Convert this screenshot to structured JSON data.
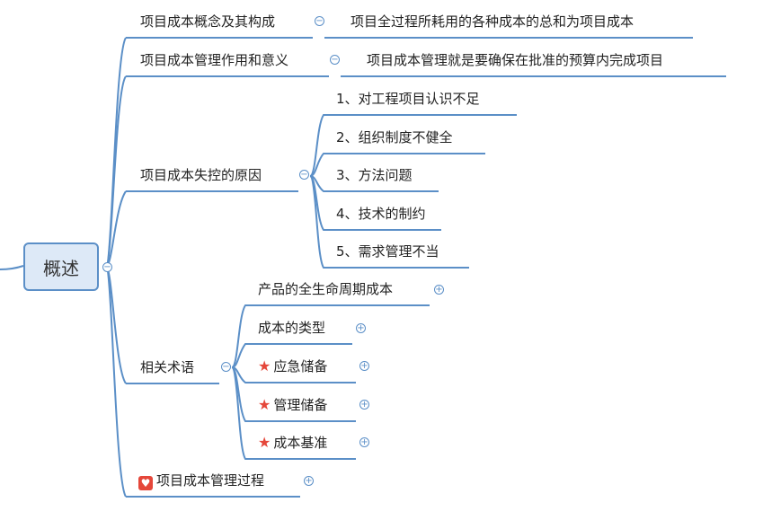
{
  "root": {
    "label": "概述"
  },
  "branches": {
    "b1": {
      "label": "项目成本概念及其构成",
      "child": "项目全过程所耗用的各种成本的总和为项目成本"
    },
    "b2": {
      "label": "项目成本管理作用和意义",
      "child": "项目成本管理就是要确保在批准的预算内完成项目"
    },
    "b3": {
      "label": "项目成本失控的原因",
      "children": [
        "1、对工程项目认识不足",
        "2、组织制度不健全",
        "3、方法问题",
        "4、技术的制约",
        "5、需求管理不当"
      ]
    },
    "b4": {
      "label": "相关术语",
      "children": [
        "产品的全生命周期成本",
        "成本的类型",
        "应急储备",
        "管理储备",
        "成本基准"
      ]
    },
    "b5": {
      "label": "项目成本管理过程"
    }
  },
  "toggles": {
    "collapse": "−",
    "expand": "+"
  },
  "colors": {
    "line": "#5b8fc7",
    "marker": "#e5473a",
    "root_fill": "#dde9f7"
  }
}
